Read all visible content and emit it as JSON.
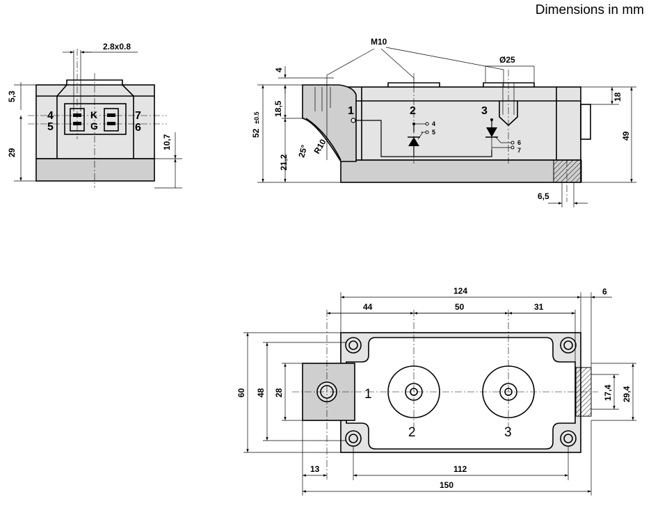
{
  "title": "Dimensions in mm",
  "front_view": {
    "dims": {
      "tab": "2.8x0.8",
      "d53": "5,3",
      "d29": "29",
      "d107": "10,7"
    },
    "pins": {
      "p4": "4",
      "p5": "5",
      "p7": "7",
      "p6": "6",
      "k": "K",
      "g": "G"
    }
  },
  "side_view": {
    "dims": {
      "m10": "M10",
      "d25": "Ø25",
      "d4": "4",
      "d185": "18,5",
      "d52": "52",
      "d52tol": "±0.5",
      "d212": "21,2",
      "a25": "25°",
      "r10": "R10",
      "d18": "18",
      "d49": "49",
      "d65": "6,5"
    },
    "pins": {
      "p1": "1",
      "p2": "2",
      "p3": "3",
      "s4": "4",
      "s5": "5",
      "s6": "6",
      "s7": "7"
    }
  },
  "top_view": {
    "dims": {
      "d124": "124",
      "d6": "6",
      "d44": "44",
      "d50": "50",
      "d31": "31",
      "d60": "60",
      "d48": "48",
      "d28": "28",
      "d174": "17,4",
      "d294": "29,4",
      "d13": "13",
      "d112": "112",
      "d150": "150"
    },
    "pins": {
      "p1": "1",
      "p2": "2",
      "p3": "3"
    }
  }
}
